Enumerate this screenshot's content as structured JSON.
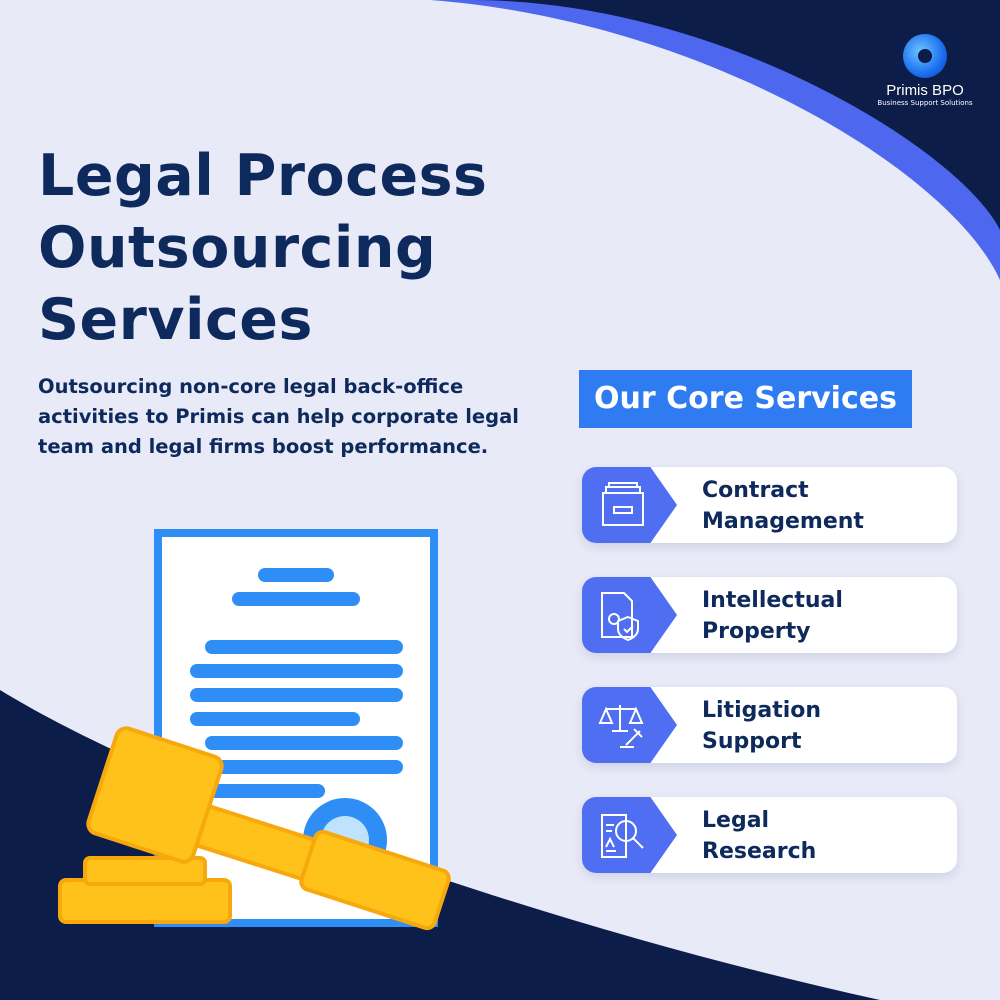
{
  "brand": {
    "name": "Primis BPO",
    "tagline": "Business Support Solutions"
  },
  "title": [
    "Legal Process",
    "Outsourcing",
    "Services"
  ],
  "description": "Outsourcing non-core legal back-office activities to Primis can help corporate legal team and legal firms boost performance.",
  "core_heading": "Our Core Services",
  "services": [
    {
      "line1": "Contract",
      "line2": "Management",
      "icon": "file-cabinet-icon"
    },
    {
      "line1": "Intellectual",
      "line2": "Property",
      "icon": "ip-document-shield-icon"
    },
    {
      "line1": "Litigation",
      "line2": "Support",
      "icon": "scales-gavel-icon"
    },
    {
      "line1": "Legal",
      "line2": "Research",
      "icon": "document-magnifier-icon"
    }
  ],
  "colors": {
    "navy": "#0b1d48",
    "light": "#e8eaf8",
    "accent": "#4f6ef2",
    "text": "#0e2a5c"
  }
}
